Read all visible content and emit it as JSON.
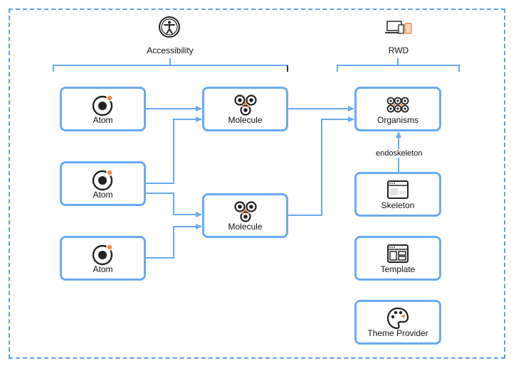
{
  "groups": {
    "accessibility": {
      "label": "Accessibility",
      "icon": "accessibility-icon"
    },
    "rwd": {
      "label": "RWD",
      "icon": "responsive-devices-icon"
    }
  },
  "nodes": {
    "atom1": {
      "label": "Atom",
      "icon": "atom-icon"
    },
    "atom2": {
      "label": "Atom",
      "icon": "atom-icon"
    },
    "atom3": {
      "label": "Atom",
      "icon": "atom-icon"
    },
    "molecule1": {
      "label": "Molecule",
      "icon": "molecule-icon"
    },
    "molecule2": {
      "label": "Molecule",
      "icon": "molecule-icon"
    },
    "organisms": {
      "label": "Organisms",
      "icon": "organisms-icon"
    },
    "skeleton": {
      "label": "Skeleton",
      "icon": "skeleton-icon"
    },
    "template": {
      "label": "Template",
      "icon": "template-icon"
    },
    "theme": {
      "label": "Theme Provider",
      "icon": "palette-icon"
    }
  },
  "edges": {
    "endoskeleton": "endoskeleton"
  },
  "colors": {
    "border": "#6aaaf0",
    "connector": "#6aaaf0",
    "frame": "#5b9ff0",
    "accent": "#f5894a",
    "icon": "#222222"
  }
}
